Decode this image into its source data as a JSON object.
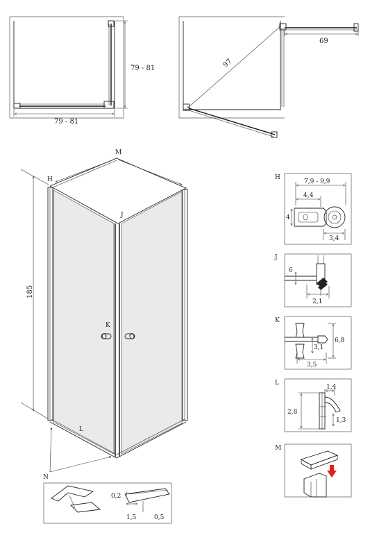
{
  "plan_left": {
    "width_label": "79 - 81",
    "depth_label": "79 - 81"
  },
  "plan_right": {
    "diagonal_label": "97",
    "opening_label": "69"
  },
  "iso": {
    "height_label": "185",
    "callout_M": "M",
    "callout_H": "H",
    "callout_J": "J",
    "callout_K": "K",
    "callout_L": "L",
    "callout_N": "N"
  },
  "detail_N": {
    "dim_gap": "0,2",
    "dim_width": "1,5",
    "dim_depth": "0,5"
  },
  "detail_H": {
    "letter": "H",
    "dim_range": "7,9 - 9,9",
    "dim_a": "4,4",
    "dim_b": "4",
    "dim_c": "3,4"
  },
  "detail_J": {
    "letter": "J",
    "dim_a": "6",
    "dim_b": "2,1"
  },
  "detail_K": {
    "letter": "K",
    "dim_a": "6,8",
    "dim_b": "3,1",
    "dim_c": "3,5"
  },
  "detail_L": {
    "letter": "L",
    "dim_a": "1,4",
    "dim_b": "2,8",
    "dim_c": "1,3"
  },
  "detail_M": {
    "letter": "M"
  },
  "colors": {
    "arrow": "#e0201b",
    "line": "#222222",
    "panel": "#e9eaec"
  }
}
